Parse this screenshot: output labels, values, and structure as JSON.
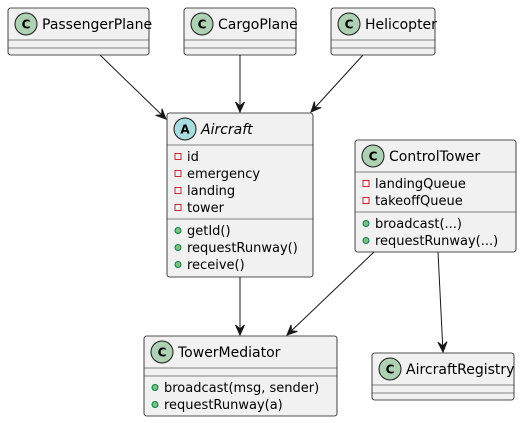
{
  "classes": [
    {
      "id": "passengerplane",
      "name": "PassengerPlane",
      "kind": "class",
      "badge": "C",
      "badge_color": "#ADD1B2",
      "attributes": [],
      "methods": []
    },
    {
      "id": "cargoplane",
      "name": "CargoPlane",
      "kind": "class",
      "badge": "C",
      "badge_color": "#ADD1B2",
      "attributes": [],
      "methods": []
    },
    {
      "id": "helicopter",
      "name": "Helicopter",
      "kind": "class",
      "badge": "C",
      "badge_color": "#ADD1B2",
      "attributes": [],
      "methods": []
    },
    {
      "id": "aircraft",
      "name": "Aircraft",
      "kind": "abstract",
      "badge": "A",
      "badge_color": "#A9DCDF",
      "attributes": [
        {
          "visibility": "private",
          "text": "id"
        },
        {
          "visibility": "private",
          "text": "emergency"
        },
        {
          "visibility": "private",
          "text": "landing"
        },
        {
          "visibility": "private",
          "text": "tower"
        }
      ],
      "methods": [
        {
          "visibility": "public",
          "text": "getId()"
        },
        {
          "visibility": "public",
          "text": "requestRunway()"
        },
        {
          "visibility": "public",
          "text": "receive()"
        }
      ]
    },
    {
      "id": "controltower",
      "name": "ControlTower",
      "kind": "class",
      "badge": "C",
      "badge_color": "#ADD1B2",
      "attributes": [
        {
          "visibility": "private",
          "text": "landingQueue"
        },
        {
          "visibility": "private",
          "text": "takeoffQueue"
        }
      ],
      "methods": [
        {
          "visibility": "public",
          "text": "broadcast(...)"
        },
        {
          "visibility": "public",
          "text": "requestRunway(...)"
        }
      ]
    },
    {
      "id": "towermediator",
      "name": "TowerMediator",
      "kind": "class",
      "badge": "C",
      "badge_color": "#ADD1B2",
      "attributes": [],
      "methods": [
        {
          "visibility": "public",
          "text": "broadcast(msg, sender)"
        },
        {
          "visibility": "public",
          "text": "requestRunway(a)"
        }
      ]
    },
    {
      "id": "aircraftregistry",
      "name": "AircraftRegistry",
      "kind": "class",
      "badge": "C",
      "badge_color": "#ADD1B2",
      "attributes": [],
      "methods": []
    }
  ],
  "relations": [
    {
      "from": "passengerplane",
      "to": "aircraft"
    },
    {
      "from": "cargoplane",
      "to": "aircraft"
    },
    {
      "from": "helicopter",
      "to": "aircraft"
    },
    {
      "from": "aircraft",
      "to": "towermediator"
    },
    {
      "from": "controltower",
      "to": "towermediator"
    },
    {
      "from": "controltower",
      "to": "aircraftregistry"
    }
  ]
}
